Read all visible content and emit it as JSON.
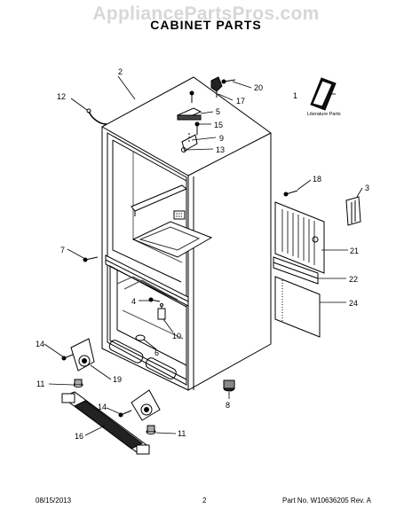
{
  "watermark": "AppliancePartsPros.com",
  "title": "CABINET PARTS",
  "literature_label": "Literature Parts",
  "callouts": {
    "c1": "1",
    "c2": "2",
    "c3": "3",
    "c4": "4",
    "c5": "5",
    "c6": "6",
    "c7": "7",
    "c8": "8",
    "c9": "9",
    "c10": "10",
    "c11a": "11",
    "c11b": "11",
    "c12": "12",
    "c13": "13",
    "c14a": "14",
    "c14b": "14",
    "c15": "15",
    "c16": "16",
    "c17": "17",
    "c18": "18",
    "c19": "19",
    "c20": "20",
    "c21": "21",
    "c22": "22",
    "c24": "24"
  },
  "footer": {
    "date": "08/15/2013",
    "page": "2",
    "part": "Part No.  W10636205  Rev.  A"
  }
}
